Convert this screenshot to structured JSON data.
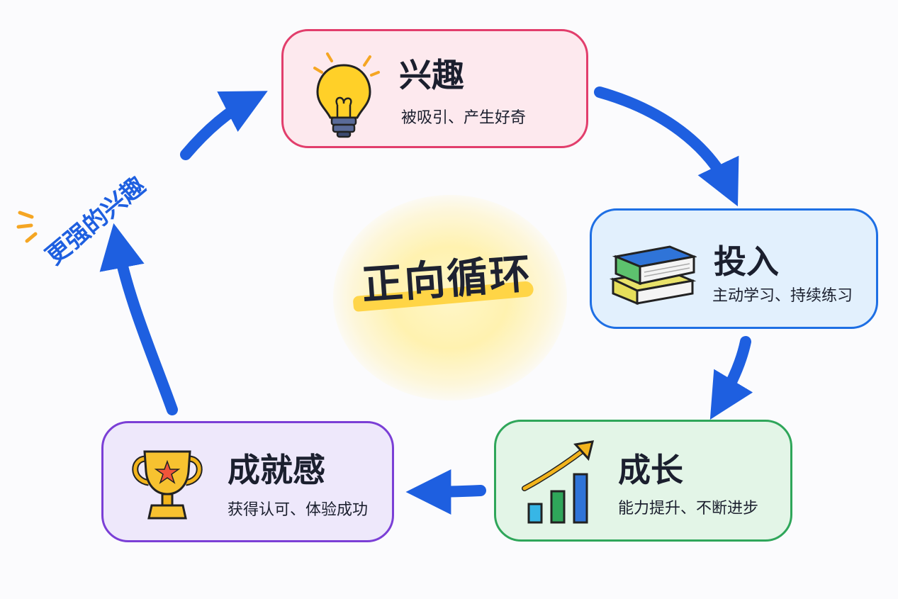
{
  "center": {
    "title": "正向循环"
  },
  "stages": [
    {
      "id": "interest",
      "title": "兴趣",
      "subtitle": "被吸引、产生好奇",
      "icon": "lightbulb-icon",
      "accent": "#e23e6c",
      "fill": "#fde9ee"
    },
    {
      "id": "invest",
      "title": "投入",
      "subtitle": "主动学习、持续练习",
      "icon": "books-icon",
      "accent": "#1e6fe4",
      "fill": "#e2f0fd"
    },
    {
      "id": "growth",
      "title": "成长",
      "subtitle": "能力提升、不断进步",
      "icon": "growth-chart-icon",
      "accent": "#2fa65a",
      "fill": "#e3f5e7"
    },
    {
      "id": "achieve",
      "title": "成就感",
      "subtitle": "获得认可、体验成功",
      "icon": "trophy-icon",
      "accent": "#7b3fd6",
      "fill": "#eee8fb"
    }
  ],
  "loop_label": "更强的兴趣",
  "colors": {
    "arrow": "#1e5fe0",
    "highlight": "#ffd23a",
    "glow": "#fff2b0"
  }
}
